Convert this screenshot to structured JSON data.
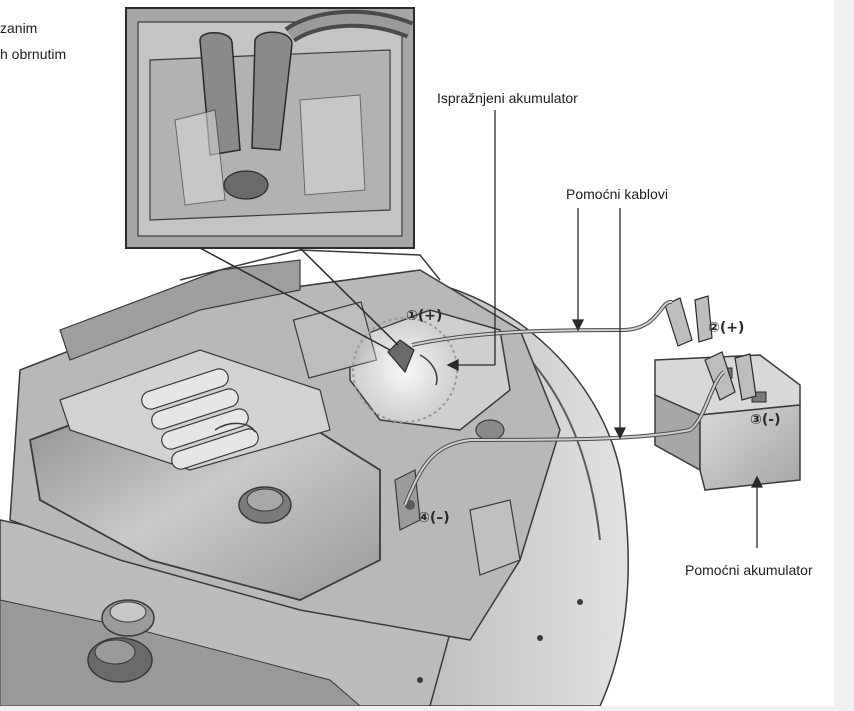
{
  "caption_fragment": {
    "line1": "zanim",
    "line2": "h obrnutim"
  },
  "labels": {
    "discharged_battery": "Ispražnjeni akumulator",
    "jumper_cables": "Pomoćni kablovi",
    "auxiliary_battery": "Pomoćni akumulator"
  },
  "steps": [
    {
      "mark": "①",
      "sign": "(+)"
    },
    {
      "mark": "②",
      "sign": "(+)"
    },
    {
      "mark": "③",
      "sign": "(-)"
    },
    {
      "mark": "④",
      "sign": "(–)"
    }
  ],
  "colors": {
    "background": "#f0f0f0",
    "panel": "#ffffff",
    "line_art": "#3a3a3a",
    "shade_dark": "#6e6e6e",
    "shade_mid": "#a9a9a9",
    "shade_light": "#d6d6d6"
  }
}
